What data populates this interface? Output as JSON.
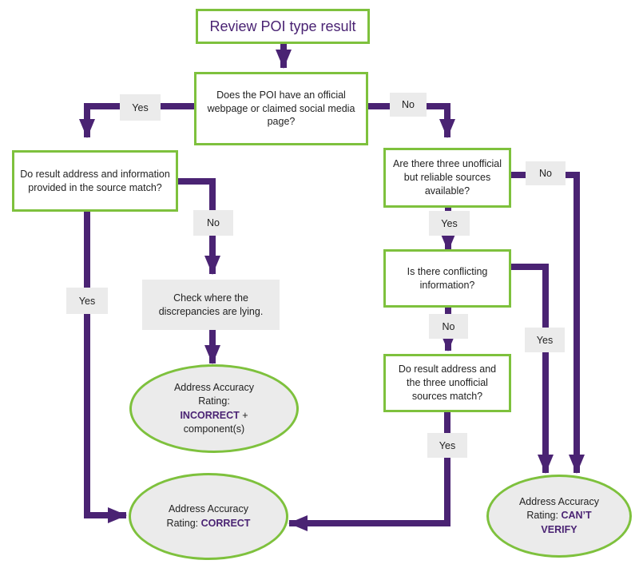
{
  "title": "Review POI type result",
  "q_official": "Does the POI have an official webpage or claimed social media page?",
  "q_result_match": "Do result address and information provided in the source match?",
  "check_discrepancies": "Check where the discrepancies are lying.",
  "q_three_sources": "Are there three unofficial but reliable sources available?",
  "q_conflicting": "Is there conflicting information?",
  "q_three_match": "Do result address and the three unofficial sources match?",
  "outcome_incorrect": {
    "prefix": "Address Accuracy Rating:",
    "rating": "INCORRECT",
    "suffix": "+ component(s)"
  },
  "outcome_correct": {
    "prefix": "Address Accuracy Rating:",
    "rating": "CORRECT"
  },
  "outcome_cant_verify": {
    "prefix": "Address Accuracy Rating:",
    "rating": "CAN’T VERIFY"
  },
  "labels": {
    "yes": "Yes",
    "no": "No"
  },
  "colors": {
    "accent_border": "#7ec13d",
    "arrow": "#4a2373",
    "label_bg": "#ebebeb"
  }
}
